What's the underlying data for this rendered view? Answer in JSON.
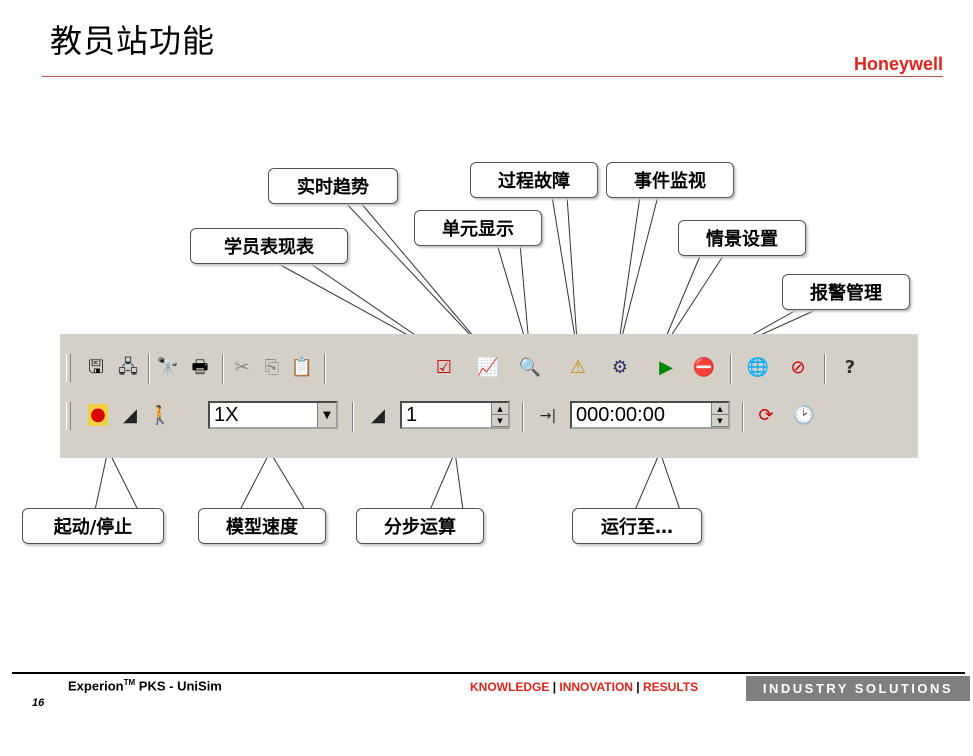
{
  "slide": {
    "title": "教员站功能",
    "brand": "Honeywell",
    "page_number": "16"
  },
  "callouts": {
    "realtime_trend": "实时趋势",
    "process_fault": "过程故障",
    "event_monitor": "事件监视",
    "unit_display": "单元显示",
    "student_performance": "学员表现表",
    "scenario_setup": "情景设置",
    "alarm_management": "报警管理",
    "start_stop": "起动/停止",
    "model_speed": "模型速度",
    "step_calc": "分步运算",
    "run_to": "运行至…"
  },
  "toolbar": {
    "row1_icons": [
      "save-icon",
      "network-icon",
      "find-icon",
      "print-icon",
      "cut-icon",
      "copy-icon",
      "paste-icon",
      "student-performance-icon",
      "trend-icon",
      "unit-display-icon",
      "fault-icon",
      "event-monitor-icon",
      "scenario-icon",
      "alarm-icon",
      "globe-icon",
      "globe-disabled-icon",
      "help-icon"
    ],
    "icon_glyphs": {
      "save": "🖫",
      "network": "🖧",
      "find": "🔭",
      "print": "🖶",
      "cut": "✂",
      "copy": "⎘",
      "paste": "📋",
      "student": "☑",
      "trend": "📈",
      "unit": "🔍",
      "fault": "⚠",
      "event": "⚙",
      "scenario": "▶",
      "alarm": "⛔",
      "globe": "🌐",
      "globe_off": "⊘",
      "help": "?",
      "start": "●",
      "step_model": "◢",
      "runner": "🚶",
      "step": "◢",
      "goto": "→|",
      "replay": "⟳",
      "clock": "🕑"
    },
    "model_speed_value": "1X",
    "step_value": "1",
    "run_to_value": "000:00:00"
  },
  "footer": {
    "product": "Experion",
    "tm": "TM",
    "product_rest": " PKS - UniSim",
    "knowledge": "KNOWLEDGE",
    "innovation": "INNOVATION",
    "results": "RESULTS",
    "separator": "|",
    "industry": "INDUSTRY SOLUTIONS"
  },
  "colors": {
    "brand_red": "#e2231a",
    "toolbar_bg": "#d4d0c8"
  }
}
